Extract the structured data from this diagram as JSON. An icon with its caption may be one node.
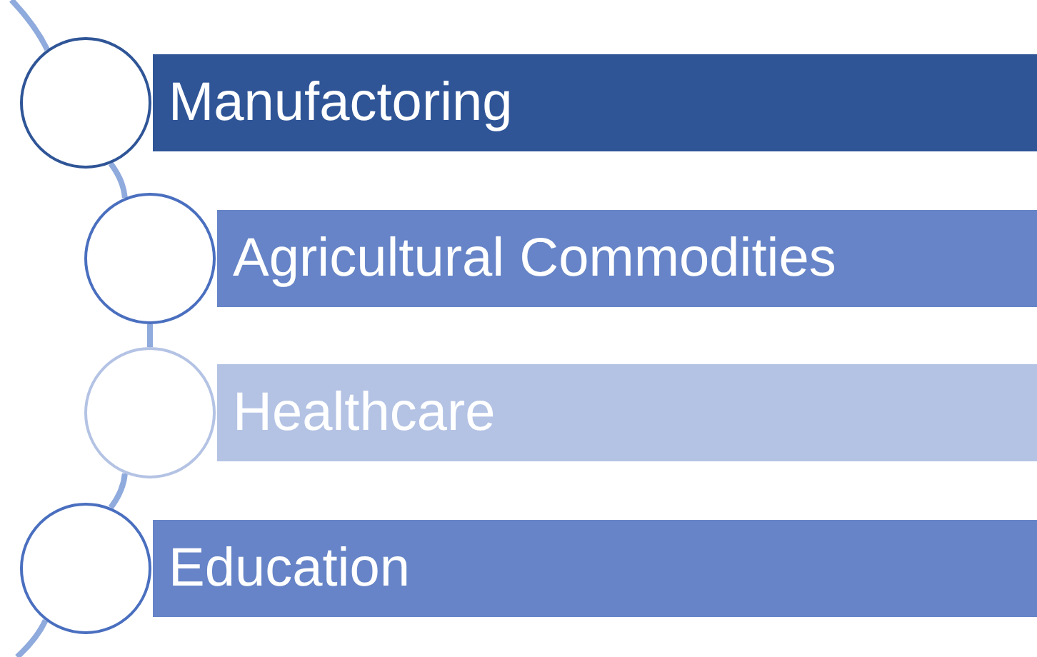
{
  "diagram": {
    "nodes": [
      {
        "text": [
          "Manufactoring"
        ]
      },
      {
        "text": [
          "Agricultural Commodities"
        ]
      },
      {
        "text": [
          "Healthcare"
        ]
      },
      {
        "text": [
          "Education"
        ]
      },
      {
        "text": [],
        "shape": "circle"
      },
      {
        "text": [],
        "shape": "circle"
      },
      {
        "text": [],
        "shape": "circle"
      },
      {
        "text": [],
        "shape": "circle"
      }
    ],
    "edges": [
      {
        "from": null,
        "to": 4,
        "arrow": "none"
      },
      {
        "from": 4,
        "to": 5,
        "arrow": "none"
      },
      {
        "from": 5,
        "to": 6,
        "arrow": "none"
      },
      {
        "from": 6,
        "to": 7,
        "arrow": "none"
      },
      {
        "from": 7,
        "to": null,
        "arrow": "none"
      }
    ]
  }
}
